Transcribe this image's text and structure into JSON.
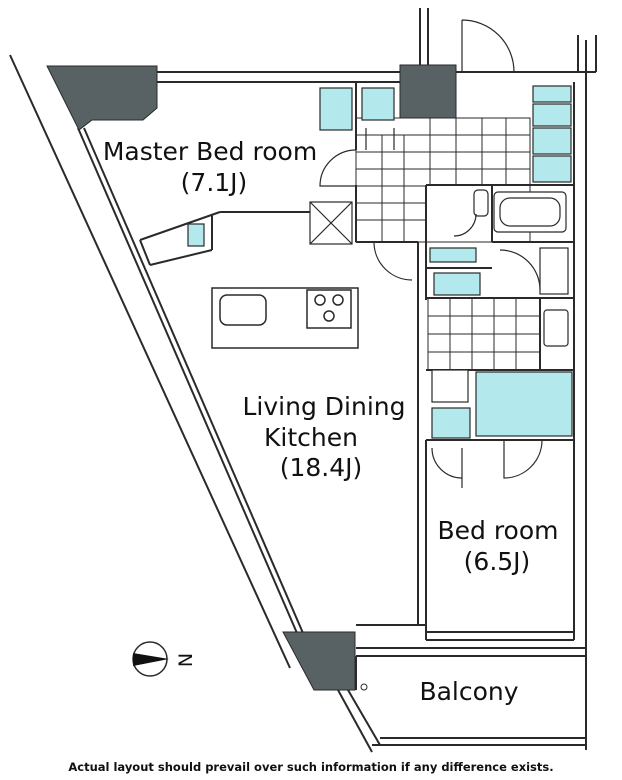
{
  "rooms": {
    "master_bedroom": {
      "name": "Master Bed room",
      "size": "(7.1J)"
    },
    "ldk": {
      "line1": "Living Dining",
      "line2": "Kitchen",
      "size": "(18.4J)"
    },
    "bedroom": {
      "name": "Bed room",
      "size": "(6.5J)"
    },
    "balcony": {
      "name": "Balcony"
    }
  },
  "compass": {
    "letter": "N"
  },
  "disclaimer": "Actual layout should prevail over such information if any difference exists.",
  "colors": {
    "wall": "#586163",
    "fixture": "#b3e8ec",
    "line": "#2a2a2a"
  }
}
